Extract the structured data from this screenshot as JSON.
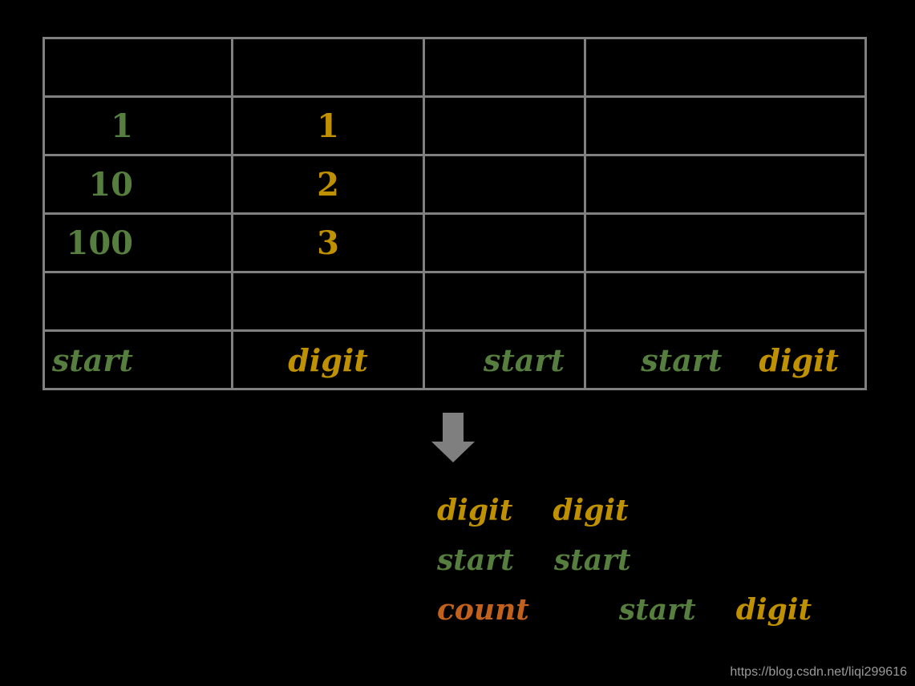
{
  "colors": {
    "background": "#000000",
    "grid": "#808080",
    "arrow": "#7f7f7f",
    "green": "#567e3e",
    "gold": "#bf9000",
    "rust": "#c2611c",
    "watermark": "#9b9b9b"
  },
  "table": {
    "rows": [
      {
        "name": "header-row",
        "cells": [
          [],
          [],
          [],
          []
        ]
      },
      {
        "name": "row-power-0",
        "cells": [
          [
            {
              "text": "1",
              "color": "green"
            }
          ],
          [
            {
              "text": "1",
              "color": "gold"
            }
          ],
          [],
          []
        ]
      },
      {
        "name": "row-power-1",
        "cells": [
          [
            {
              "text": "10",
              "color": "green"
            }
          ],
          [
            {
              "text": "2",
              "color": "gold"
            }
          ],
          [],
          []
        ]
      },
      {
        "name": "row-power-2",
        "cells": [
          [
            {
              "text": "100",
              "color": "green"
            }
          ],
          [
            {
              "text": "3",
              "color": "gold"
            }
          ],
          [],
          []
        ]
      },
      {
        "name": "spacer-row",
        "cells": [
          [],
          [],
          [],
          []
        ]
      },
      {
        "name": "labels-row",
        "cells": [
          [
            {
              "text": "start",
              "color": "green"
            }
          ],
          [
            {
              "text": "digit",
              "color": "gold"
            }
          ],
          [
            {
              "text": "start",
              "color": "green"
            }
          ],
          [
            {
              "text": "start",
              "color": "green"
            },
            {
              "text": "digit",
              "color": "gold"
            }
          ]
        ]
      }
    ]
  },
  "arrow": {
    "label": "down-arrow"
  },
  "caption_lines": [
    {
      "name": "line-digit-digit",
      "tokens": [
        {
          "text": "digit",
          "color": "gold"
        },
        {
          "text": "digit",
          "color": "gold"
        }
      ]
    },
    {
      "name": "line-start-start",
      "tokens": [
        {
          "text": "start",
          "color": "green"
        },
        {
          "text": "start",
          "color": "green"
        }
      ]
    },
    {
      "name": "line-count-start-digit",
      "tokens": [
        {
          "text": "count",
          "color": "rust"
        },
        {
          "text": "start",
          "color": "green",
          "gap": "wide"
        },
        {
          "text": "digit",
          "color": "gold"
        }
      ]
    }
  ],
  "watermark": {
    "text": "https://blog.csdn.net/liqi299616"
  }
}
